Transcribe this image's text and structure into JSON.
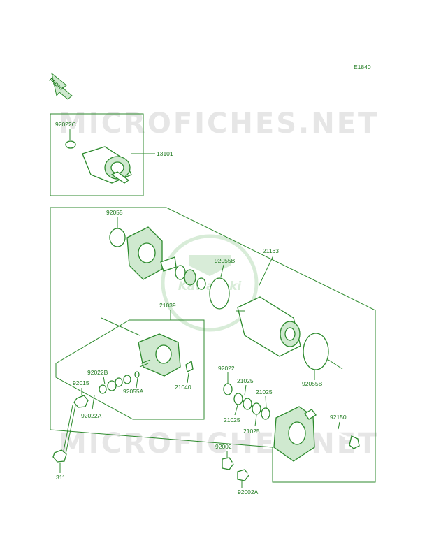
{
  "diagram_code": "E1840",
  "front_label": "FRONT",
  "watermark_text": "MICROFICHES.NET",
  "logo_text": "Kawasaki",
  "colors": {
    "line": "#2c8a2c",
    "text": "#1f7a1f",
    "watermark": "#e6e6e6",
    "logo": "#d8ecd8"
  },
  "labels": {
    "p92022C": "92022C",
    "p13101": "13101",
    "p92055": "92055",
    "p21163": "21163",
    "p92055B_top": "92055B",
    "p21039": "21039",
    "p92022B": "92022B",
    "p92015": "92015",
    "p92022A": "92022A",
    "p92055A": "92055A",
    "p21040": "21040",
    "p92022": "92022",
    "p21025_a": "21025",
    "p21025_b": "21025",
    "p21025_c": "21025",
    "p21025_d": "21025",
    "p92055B_bottom": "92055B",
    "p92150": "92150",
    "p92002": "92002",
    "p92002A": "92002A",
    "p311": "311"
  }
}
